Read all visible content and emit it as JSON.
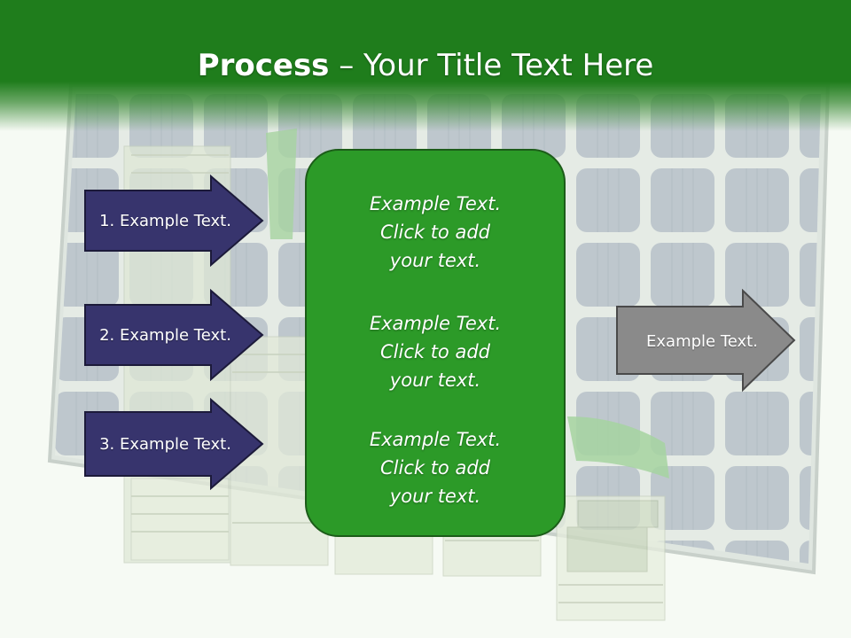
{
  "title": {
    "bold": "Process",
    "rest": " – Your Title Text Here"
  },
  "left_arrows": [
    {
      "label": "1. Example Text."
    },
    {
      "label": "2. Example Text."
    },
    {
      "label": "3. Example Text."
    }
  ],
  "center_box": {
    "blocks": [
      {
        "line1": "Example Text.",
        "line2": "Click  to add",
        "line3": "your text."
      },
      {
        "line1": "Example Text.",
        "line2": "Click  to add",
        "line3": "your text."
      },
      {
        "line1": "Example Text.",
        "line2": "Click  to add",
        "line3": "your text."
      }
    ]
  },
  "right_arrow": {
    "label": "Example Text."
  },
  "colors": {
    "header_green": "#1f7d1c",
    "box_green": "#2c9a28",
    "arrow_navy": "#37346d",
    "arrow_gray": "#8a8a8a"
  }
}
